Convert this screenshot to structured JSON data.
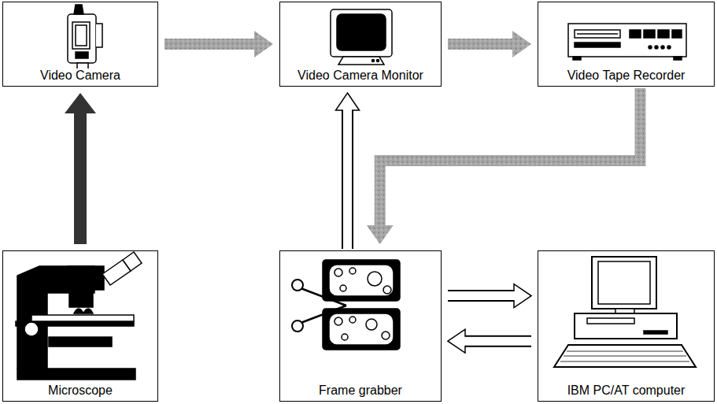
{
  "diagram": {
    "nodes": [
      {
        "text": [
          "Video Camera"
        ]
      },
      {
        "text": [
          "Video Camera Monitor"
        ]
      },
      {
        "text": [
          "Video Tape Recorder"
        ]
      },
      {
        "text": [
          "Microscope"
        ]
      },
      {
        "text": [
          "Frame grabber"
        ]
      },
      {
        "text": [
          "IBM PC/AT computer"
        ]
      }
    ],
    "edges": [
      {
        "from": 0,
        "to": 1,
        "arrow": "to"
      },
      {
        "from": 1,
        "to": 2,
        "arrow": "to"
      },
      {
        "from": 2,
        "to": 4,
        "arrow": "to"
      },
      {
        "from": 4,
        "to": 1,
        "arrow": "to"
      },
      {
        "from": 4,
        "to": 5,
        "arrow": "to"
      },
      {
        "from": 5,
        "to": 4,
        "arrow": "to"
      },
      {
        "from": 3,
        "to": 0,
        "arrow": "to"
      }
    ]
  }
}
